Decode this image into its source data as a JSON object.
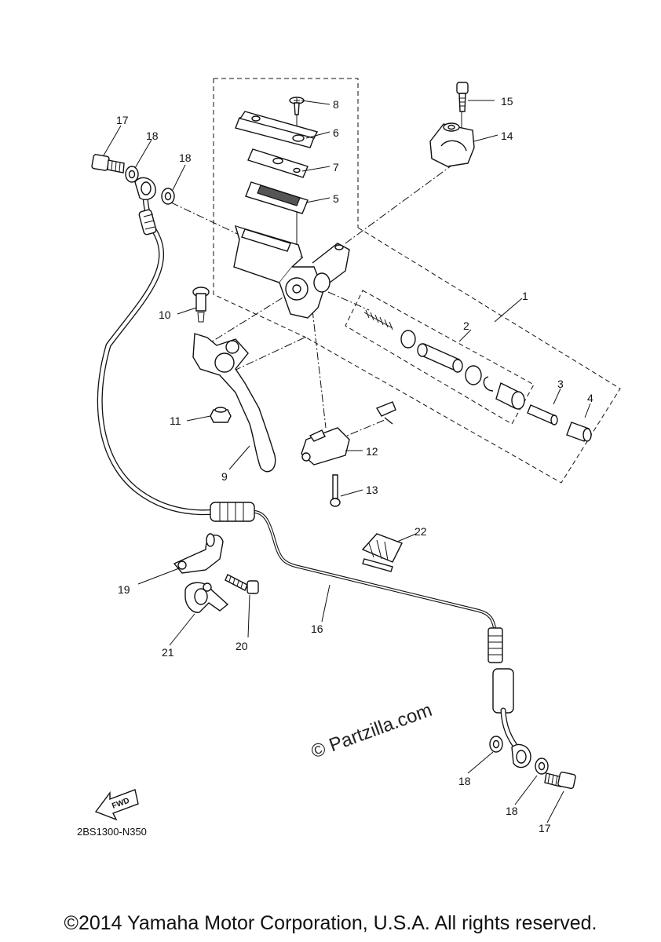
{
  "diagram": {
    "code": "2BS1300-N350",
    "watermark": "© Partzilla.com",
    "fwd_label": "FWD",
    "copyright": "©2014 Yamaha Motor Corporation, U.S.A. All rights reserved.",
    "callouts": [
      "1",
      "2",
      "3",
      "4",
      "5",
      "6",
      "7",
      "8",
      "9",
      "10",
      "11",
      "12",
      "13",
      "14",
      "15",
      "16",
      "17",
      "18",
      "18",
      "17",
      "18",
      "18",
      "19",
      "20",
      "21",
      "22"
    ],
    "icons": [
      "fwd-arrow-icon"
    ]
  }
}
